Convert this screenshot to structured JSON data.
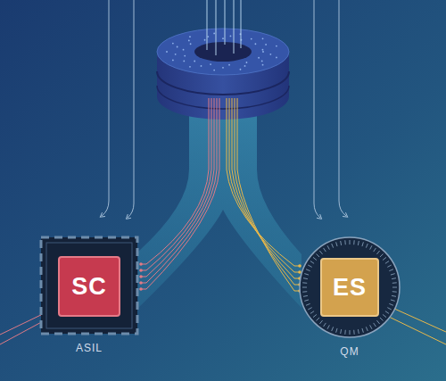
{
  "diagram": {
    "nodes": [
      {
        "text": [
          "ASIL"
        ]
      },
      {
        "text": [
          "SC"
        ],
        "in": 0
      },
      {
        "text": [
          "QM"
        ]
      },
      {
        "text": [
          "ES"
        ],
        "in": 2
      }
    ]
  }
}
